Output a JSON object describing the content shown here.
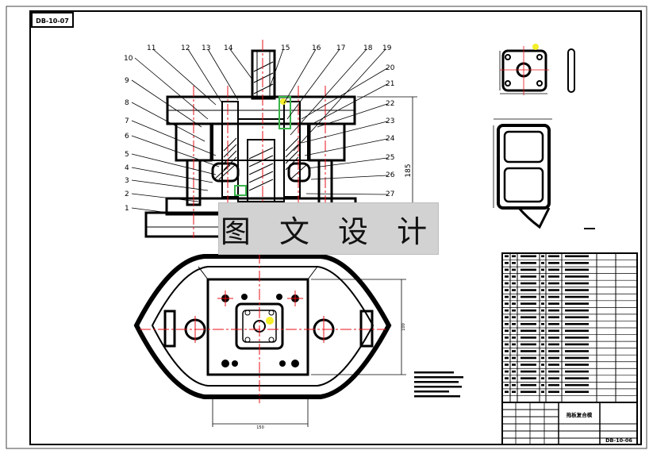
{
  "drawing_code": "DB-10-07",
  "title_block": {
    "name": "拖板复合模",
    "drawing_no": "DB-10-06"
  },
  "part_numbers_left": [
    "11",
    "10",
    "9",
    "8",
    "7",
    "6",
    "5",
    "4",
    "3",
    "2",
    "1"
  ],
  "part_numbers_top": [
    "12",
    "13",
    "14",
    "15",
    "16",
    "17",
    "18",
    "19"
  ],
  "part_numbers_right": [
    "20",
    "21",
    "22",
    "23",
    "24",
    "25",
    "26",
    "27"
  ],
  "dimensions": {
    "height": "185",
    "plan_width": "150",
    "plan_height": "100"
  },
  "watermark": "图 文 设 计",
  "colors": {
    "line": "#000000",
    "centerline": "#e8101a",
    "highlight_yellow": "#f4ef2a",
    "highlight_green": "#39b54a",
    "watermark_bg": "#d2d2d2"
  }
}
